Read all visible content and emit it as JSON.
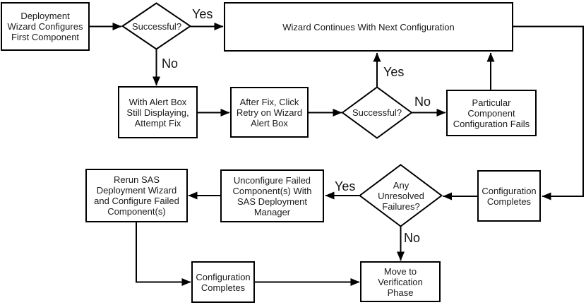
{
  "diagram": {
    "nodes": {
      "deployment_wizard": "Deployment\nWizard Configures\nFirst Component",
      "successful_1": "Successful?",
      "wizard_continues": "Wizard Continues With Next Configuration",
      "with_alert_box": "With Alert Box\nStill Displaying,\nAttempt Fix",
      "after_fix": "After Fix, Click\nRetry on Wizard\nAlert Box",
      "successful_2": "Successful?",
      "particular_fails": "Particular\nComponent\nConfiguration Fails",
      "config_completes_right": "Configuration\nCompletes",
      "any_unresolved": "Any\nUnresolved\nFailures?",
      "unconfigure": "Unconfigure Failed\nComponent(s) With\nSAS Deployment\nManager",
      "rerun_wizard": "Rerun SAS\nDeployment Wizard\nand Configure Failed\nComponent(s)",
      "config_completes_bottom": "Configuration\nCompletes",
      "move_verification": "Move to\nVerification\nPhase"
    },
    "edge_labels": {
      "yes_1": "Yes",
      "no_1": "No",
      "yes_2": "Yes",
      "no_2": "No",
      "yes_3": "Yes",
      "no_3": "No"
    },
    "colors": {
      "line": "#000000",
      "node_fill": "#ffffff",
      "text": "#1a1a1a"
    }
  }
}
